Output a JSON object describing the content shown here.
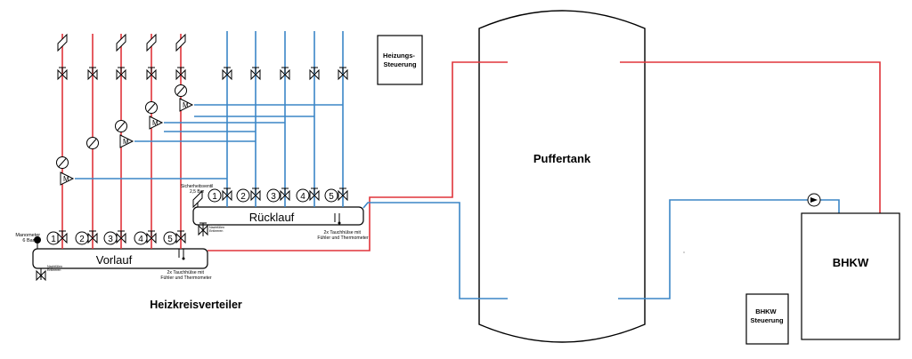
{
  "labels": {
    "puffertank": "Puffertank",
    "bhkw": "BHKW",
    "bhkw_steuerung": "BHKW\nSteuerung",
    "heizungs_steuerung": "Heizungs-\nSteuerung",
    "heizkreisverteiler": "Heizkreisverteiler",
    "vorlauf": "Vorlauf",
    "ruecklauf": "Rücklauf",
    "manometer": "Manometer\n6 Bar",
    "sicherheitsventil": "Sicherheitsventil\n2,5 Bar",
    "tauchhuelse_vorlauf": "2x Tauchhülse mit\nFühler und Thermometer",
    "tauchhuelse_ruecklauf": "2x Tauchhülse mit\nFühler und Thermometer",
    "nachfuellen_vorlauf": "Nachfüllen\nEntleeren",
    "nachfuellen_ruecklauf": "Nachfüllen\nEntleeren",
    "motor": "M"
  },
  "circuits": [
    "1",
    "2",
    "3",
    "4",
    "5"
  ],
  "colors": {
    "supply": "#e0343a",
    "return": "#3b86c6",
    "outline": "#000000"
  }
}
